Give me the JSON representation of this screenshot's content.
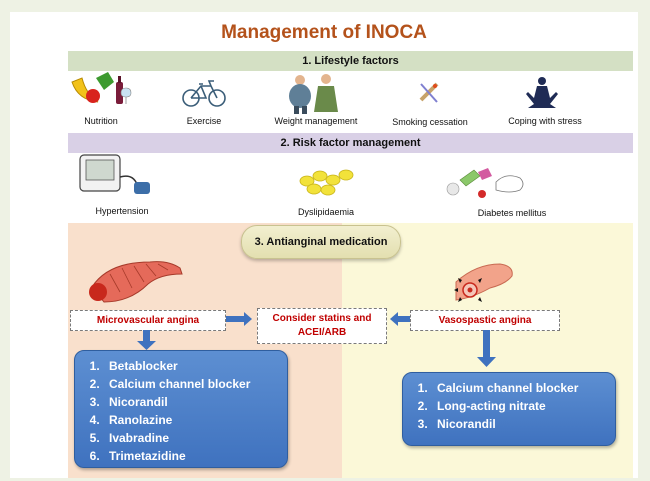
{
  "title": "Management of INOCA",
  "sections": {
    "lifestyle": {
      "heading": "1. Lifestyle factors",
      "items": [
        "Nutrition",
        "Exercise",
        "Weight management",
        "Smoking cessation",
        "Coping with stress"
      ]
    },
    "risk": {
      "heading": "2. Risk factor management",
      "items": [
        "Hypertension",
        "Dyslipidaemia",
        "Diabetes mellitus"
      ]
    },
    "medication": {
      "heading": "3. Antianginal medication",
      "microvascular": "Microvascular angina",
      "consider": "Consider statins and ACEI/ARB",
      "vasospastic": "Vasospastic angina",
      "microvascular_drugs": [
        "Betablocker",
        "Calcium channel blocker",
        "Nicorandil",
        "Ranolazine",
        "Ivabradine",
        "Trimetazidine"
      ],
      "vasospastic_drugs": [
        "Calcium channel blocker",
        "Long-acting nitrate",
        "Nicorandil"
      ]
    }
  },
  "colors": {
    "title": "#b4521b",
    "band_lifestyle": "#d4e0c4",
    "band_risk": "#d9d0e6",
    "area_left": "#f9e0cc",
    "area_right": "#fbf8d8",
    "box_text": "#c00000",
    "drug_box": "#4a7cc6"
  }
}
